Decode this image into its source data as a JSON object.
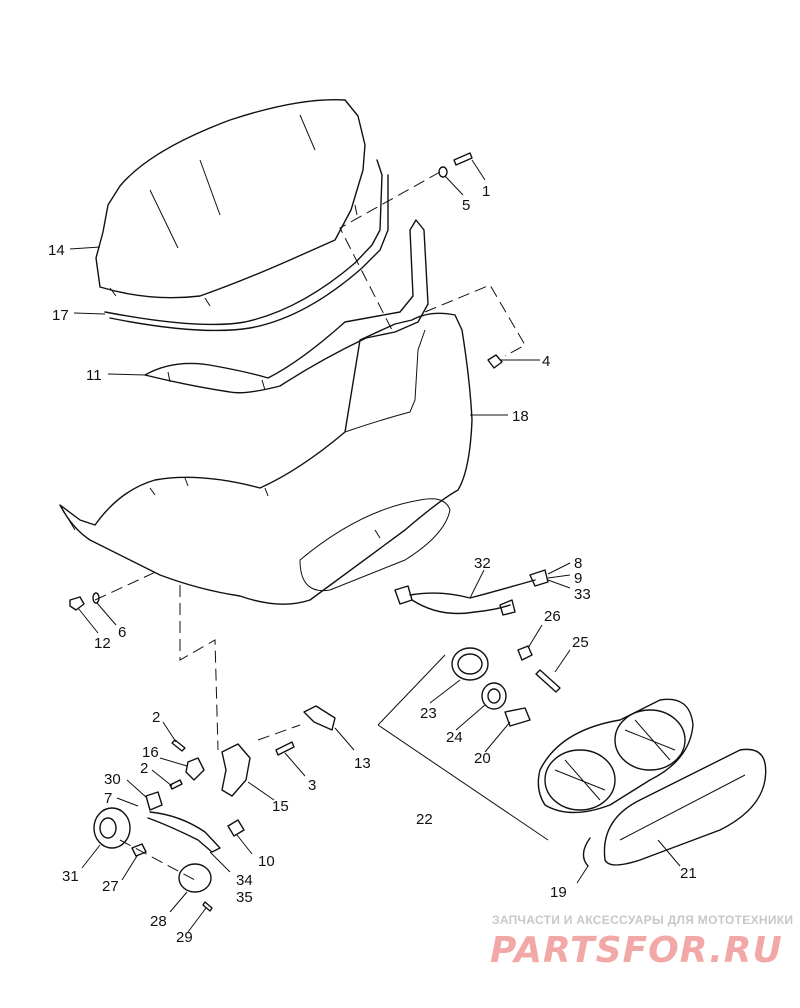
{
  "callouts": [
    {
      "id": "1",
      "label": "1"
    },
    {
      "id": "5",
      "label": "5"
    },
    {
      "id": "14",
      "label": "14"
    },
    {
      "id": "17",
      "label": "17"
    },
    {
      "id": "11",
      "label": "11"
    },
    {
      "id": "4",
      "label": "4"
    },
    {
      "id": "18",
      "label": "18"
    },
    {
      "id": "32",
      "label": "32"
    },
    {
      "id": "8",
      "label": "8"
    },
    {
      "id": "9",
      "label": "9"
    },
    {
      "id": "33",
      "label": "33"
    },
    {
      "id": "26",
      "label": "26"
    },
    {
      "id": "25",
      "label": "25"
    },
    {
      "id": "12",
      "label": "12"
    },
    {
      "id": "6",
      "label": "6"
    },
    {
      "id": "23",
      "label": "23"
    },
    {
      "id": "24",
      "label": "24"
    },
    {
      "id": "20",
      "label": "20"
    },
    {
      "id": "13",
      "label": "13"
    },
    {
      "id": "2a",
      "label": "2"
    },
    {
      "id": "16",
      "label": "16"
    },
    {
      "id": "3",
      "label": "3"
    },
    {
      "id": "2b",
      "label": "2"
    },
    {
      "id": "30",
      "label": "30"
    },
    {
      "id": "15",
      "label": "15"
    },
    {
      "id": "7",
      "label": "7"
    },
    {
      "id": "22",
      "label": "22"
    },
    {
      "id": "10",
      "label": "10"
    },
    {
      "id": "31",
      "label": "31"
    },
    {
      "id": "27",
      "label": "27"
    },
    {
      "id": "34",
      "label": "34"
    },
    {
      "id": "35",
      "label": "35"
    },
    {
      "id": "21",
      "label": "21"
    },
    {
      "id": "19",
      "label": "19"
    },
    {
      "id": "28",
      "label": "28"
    },
    {
      "id": "29",
      "label": "29"
    }
  ],
  "watermark": {
    "tagline": "ЗАПЧАСТИ И АКСЕССУАРЫ ДЛЯ МОТОТЕХНИКИ",
    "brand": "PARTSFOR.RU"
  },
  "colors": {
    "ink": "#111111",
    "watermark_text": "#c8c8c8",
    "watermark_brand": "#f3a8a8"
  }
}
